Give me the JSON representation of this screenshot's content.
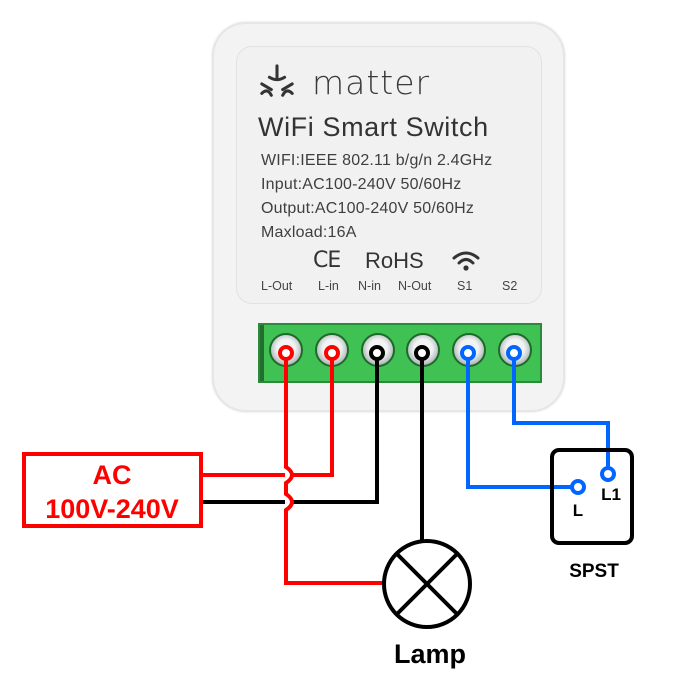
{
  "device": {
    "brand": "matter",
    "brand_icon": "matter-logo-icon",
    "title": "WiFi Smart Switch",
    "specs": [
      "WIFI:IEEE 802.11 b/g/n 2.4GHz",
      "Input:AC100-240V 50/60Hz",
      "Output:AC100-240V 50/60Hz",
      "Maxload:16A"
    ],
    "certifications": {
      "ce": "CE",
      "rohs": "RoHS",
      "wifi_icon": "wifi-icon"
    },
    "terminals": [
      {
        "label": "L-Out",
        "wire_color": "#ff0000"
      },
      {
        "label": "L-in",
        "wire_color": "#ff0000"
      },
      {
        "label": "N-in",
        "wire_color": "#000000"
      },
      {
        "label": "N-Out",
        "wire_color": "#000000"
      },
      {
        "label": "S1",
        "wire_color": "#0066ff"
      },
      {
        "label": "S2",
        "wire_color": "#0066ff"
      }
    ],
    "terminal_block_color": "#3fc153"
  },
  "source": {
    "line1": "AC",
    "line2": "100V-240V",
    "color": "#ff0000"
  },
  "lamp": {
    "label": "Lamp",
    "icon": "lamp-symbol-icon"
  },
  "switch": {
    "label": "SPST",
    "terminal_l": "L",
    "terminal_l1": "L1"
  },
  "colors": {
    "live": "#ff0000",
    "neutral": "#000000",
    "switch_wire": "#0066ff"
  }
}
